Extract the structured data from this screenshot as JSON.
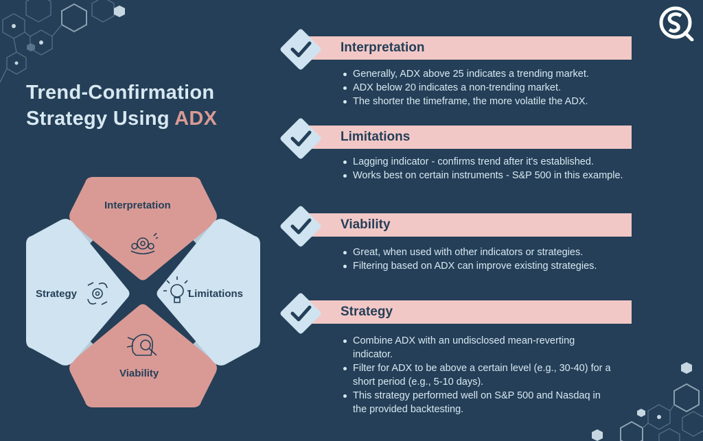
{
  "title": {
    "line1": "Trend-Confirmation",
    "line2_prefix": "Strategy Using",
    "line2_accent": "ADX"
  },
  "colors": {
    "background": "#243f57",
    "pink": "#d99a95",
    "light_pink": "#f2c8c7",
    "light_blue": "#cfe3f0",
    "text_light": "#d8e8f2"
  },
  "diagram": {
    "top": "Interpretation",
    "left": "Strategy",
    "right": "Limitations",
    "bottom": "Viability"
  },
  "sections": [
    {
      "heading": "Interpretation",
      "bullets": [
        "Generally, ADX above 25 indicates a trending market.",
        "ADX below 20 indicates a non-trending market.",
        "The shorter the timeframe, the more volatile the ADX."
      ]
    },
    {
      "heading": "Limitations",
      "bullets": [
        "Lagging indicator - confirms trend after it's established.",
        "Works best on certain instruments - S&P 500 in this example."
      ]
    },
    {
      "heading": "Viability",
      "bullets": [
        "Great, when used with other indicators or strategies.",
        "Filtering based on ADX can improve existing strategies."
      ]
    },
    {
      "heading": "Strategy",
      "bullets": [
        "Combine ADX with an undisclosed mean-reverting indicator.",
        "Filter for ADX to be above a certain level (e.g., 30-40) for a short period (e.g., 5-10 days).",
        "This strategy performed well on S&P 500 and Nasdaq in the provided backtesting."
      ]
    }
  ]
}
